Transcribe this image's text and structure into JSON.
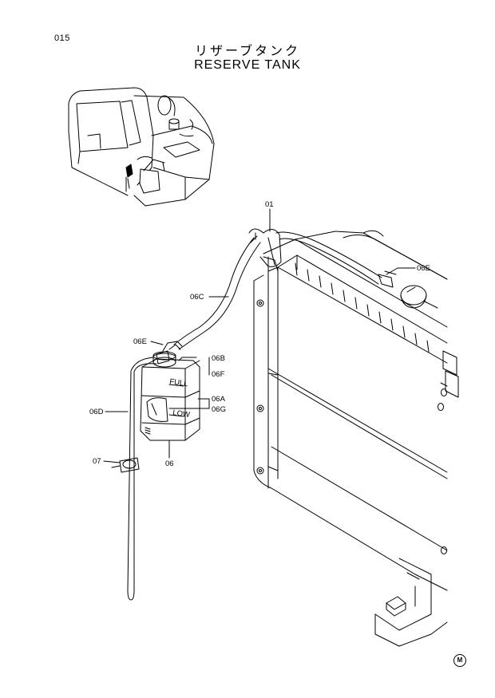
{
  "page": {
    "number": "015",
    "title_jp": "リザーブタンク",
    "title_en": "RESERVE TANK",
    "mark": "M"
  },
  "callouts": [
    {
      "id": "c-01",
      "label": "01"
    },
    {
      "id": "c-06e-top",
      "label": "06E"
    },
    {
      "id": "c-06c",
      "label": "06C"
    },
    {
      "id": "c-06e-left",
      "label": "06E"
    },
    {
      "id": "c-06b",
      "label": "06B"
    },
    {
      "id": "c-06f",
      "label": "06F"
    },
    {
      "id": "c-06a",
      "label": "06A"
    },
    {
      "id": "c-06g",
      "label": "06G"
    },
    {
      "id": "c-06d",
      "label": "06D"
    },
    {
      "id": "c-07",
      "label": "07"
    },
    {
      "id": "c-06",
      "label": "06"
    }
  ],
  "tank_labels": {
    "full": "FULL",
    "low": "LOW"
  }
}
